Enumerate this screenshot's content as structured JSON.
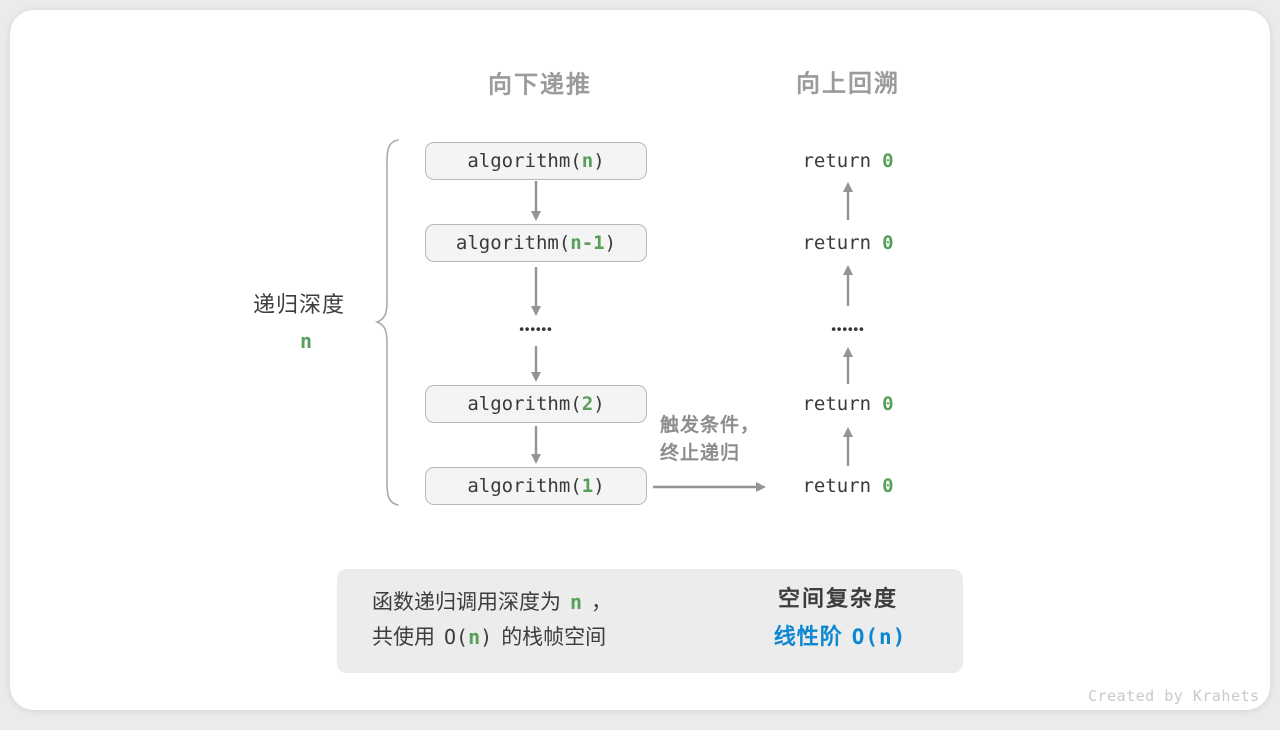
{
  "colors": {
    "green": "#56a05a",
    "blue": "#0d87d3"
  },
  "headers": {
    "down": "向下递推",
    "up": "向上回溯"
  },
  "depth": {
    "label": "递归深度",
    "value": "n"
  },
  "stack": {
    "boxes": [
      {
        "pre": "algorithm(",
        "arg": "n",
        "post": ")"
      },
      {
        "pre": "algorithm(",
        "arg": "n-1",
        "post": ")"
      },
      {
        "pre": "algorithm(",
        "arg": "2",
        "post": ")"
      },
      {
        "pre": "algorithm(",
        "arg": "1",
        "post": ")"
      }
    ],
    "ellipsis": "••••••"
  },
  "returns": {
    "items": [
      {
        "kw": "return",
        "val": "0"
      },
      {
        "kw": "return",
        "val": "0"
      },
      {
        "kw": "return",
        "val": "0"
      },
      {
        "kw": "return",
        "val": "0"
      }
    ],
    "ellipsis": "••••••"
  },
  "trigger_note": {
    "line1": "触发条件，",
    "line2": "终止递归"
  },
  "summary": {
    "left_line1": {
      "pre": "函数递归调用深度为",
      "arg": "n",
      "post": "，"
    },
    "left_line2": {
      "pre": "共使用",
      "o_pre": "O(",
      "arg": "n",
      "o_post": ")",
      "post": "的栈帧空间"
    },
    "right_title": "空间复杂度",
    "right_result": {
      "pre": "线性阶",
      "o_pre": "O(",
      "arg": "n",
      "o_post": ")"
    }
  },
  "footer": {
    "credit": "Created by Krahets"
  }
}
